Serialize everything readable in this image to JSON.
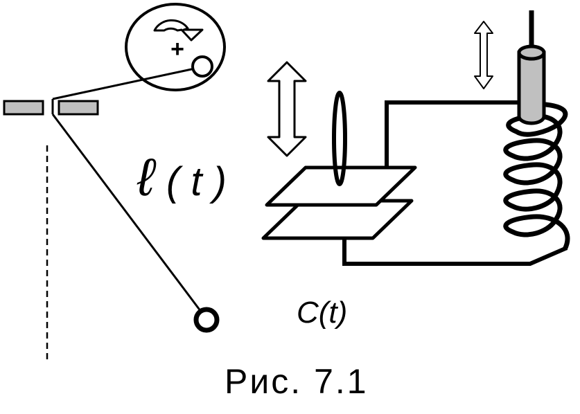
{
  "labels": {
    "length_symbol": "ℓ",
    "length_arg": "( t )",
    "capacitance": "C(t)",
    "plus_sign": "+",
    "caption": "Рис. 7.1"
  },
  "colors": {
    "stroke": "#000000",
    "fill_gray": "#c0c0c0",
    "background": "#ffffff"
  }
}
